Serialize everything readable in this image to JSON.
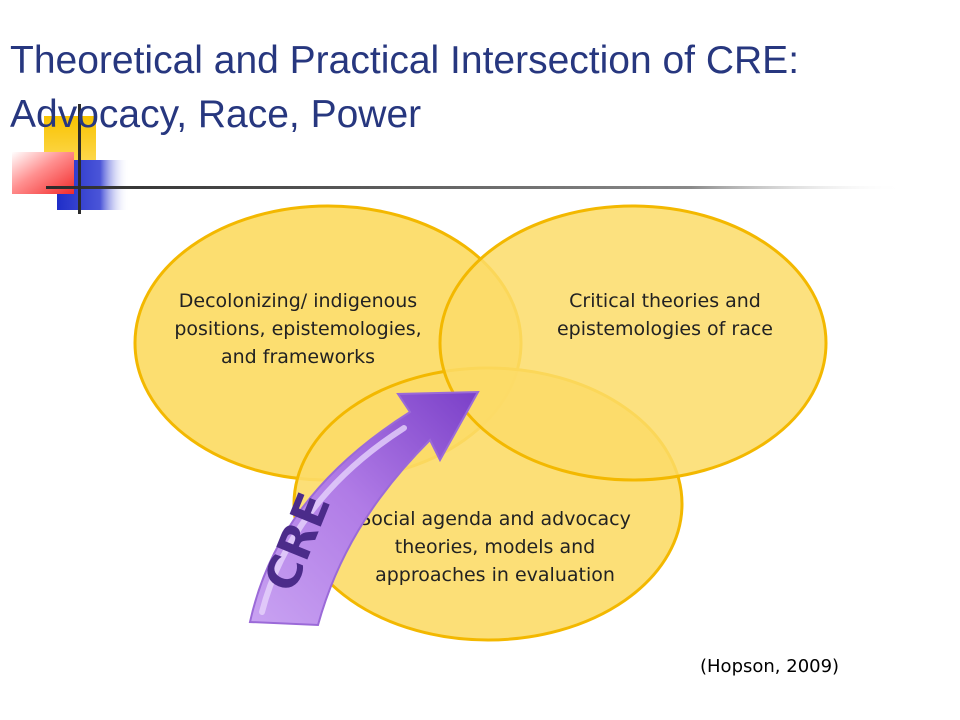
{
  "title": {
    "line1": "Theoretical and Practical Intersection of CRE:",
    "line2": "Advocacy, Race, Power"
  },
  "venn": {
    "circle_fill": "#fcdc68",
    "circle_stroke": "#f3b800",
    "left": [
      "Decolonizing/ indigenous",
      "positions, epistemologies,",
      "and frameworks"
    ],
    "right": [
      "Critical theories and",
      "epistemologies of race"
    ],
    "bottom": [
      "Social agenda and advocacy",
      "theories, models and",
      "approaches in evaluation"
    ]
  },
  "arrow": {
    "label": "CRE",
    "color": "#b98ce8",
    "text_color": "#4b2b8a"
  },
  "citation": "(Hopson, 2009)"
}
